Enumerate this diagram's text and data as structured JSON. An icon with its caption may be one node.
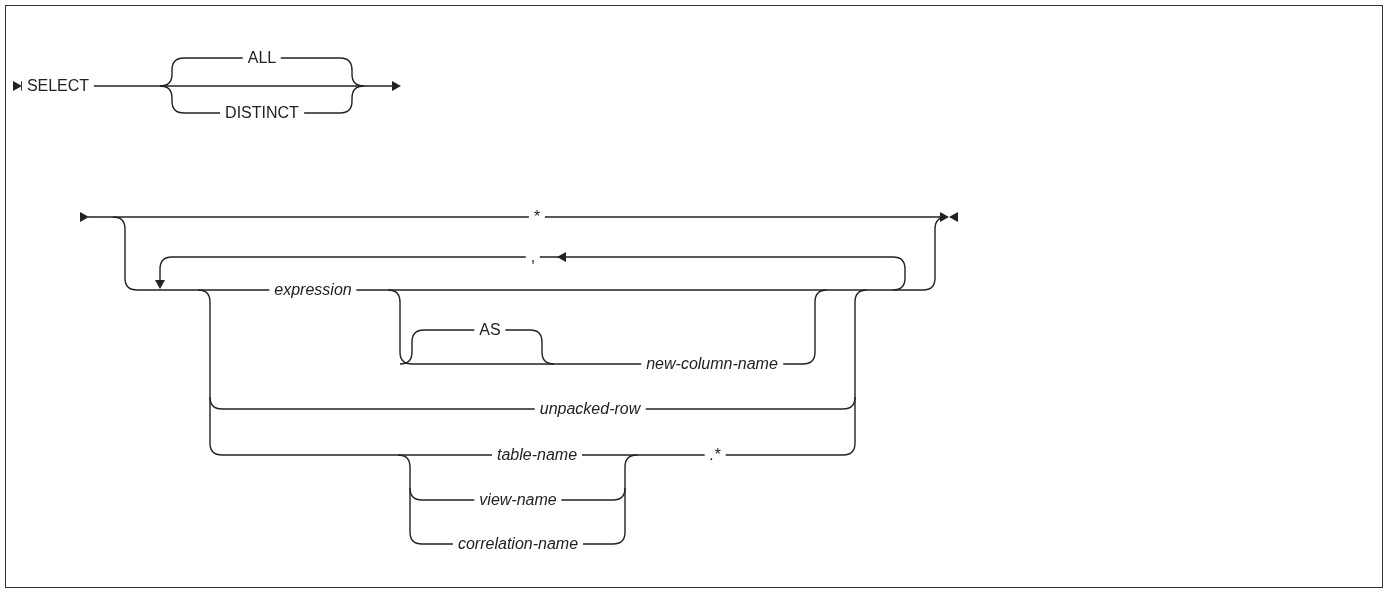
{
  "diagram": {
    "labels": [
      "SELECT",
      "ALL",
      "DISTINCT",
      "*",
      ",",
      "expression",
      "AS",
      "new-column-name",
      "unpacked-row",
      "table-name",
      ".*",
      "view-name",
      "correlation-name"
    ]
  }
}
